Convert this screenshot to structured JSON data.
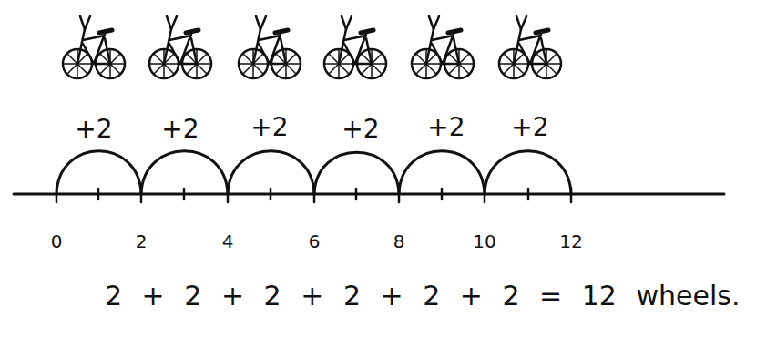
{
  "diagram": {
    "labels": [
      "+2",
      "+2",
      "+2",
      "+2",
      "+2",
      "+2",
      "0",
      "2",
      "4",
      "6",
      "8",
      "10",
      "12",
      "2 + 2 + 2 + 2 + 2 + 2 = 12 wheels."
    ]
  }
}
